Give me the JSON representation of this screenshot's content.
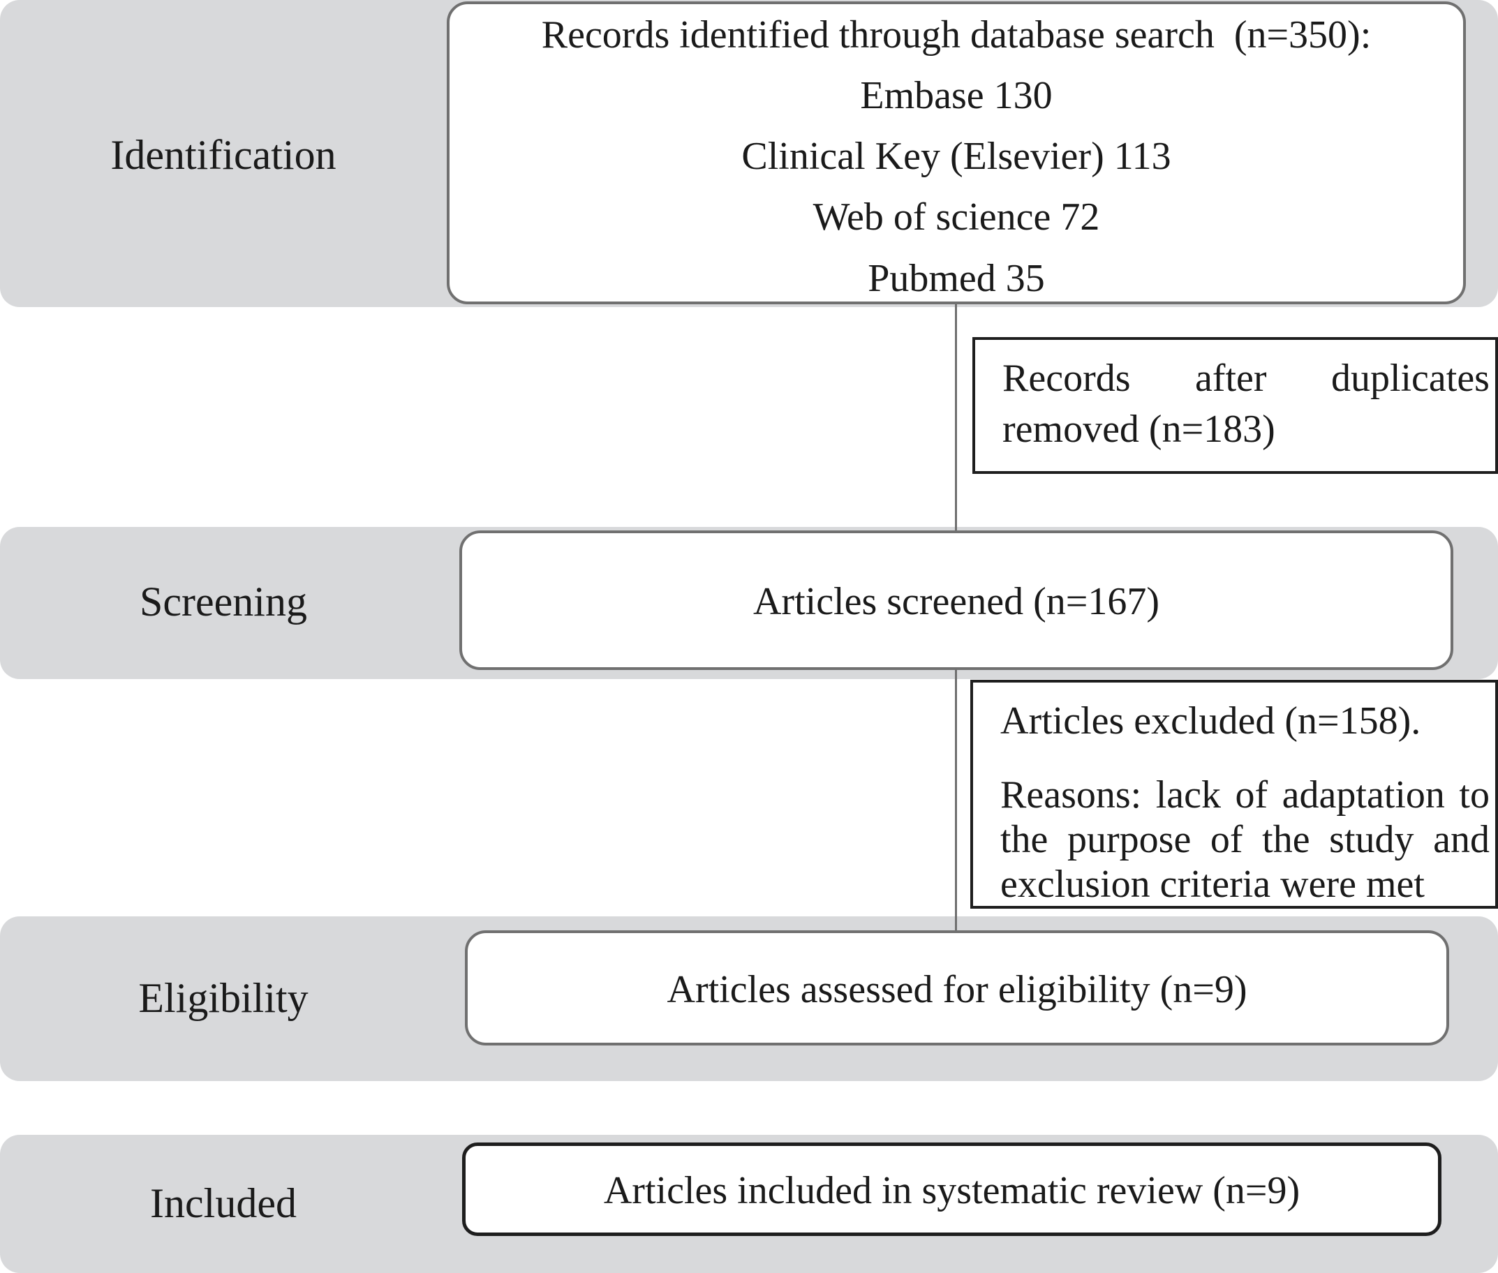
{
  "phases": {
    "identification": "Identification",
    "screening": "Screening",
    "eligibility": "Eligibility",
    "included": "Included"
  },
  "identification_box": {
    "title": "Records identified through database search  (n=350):",
    "sources": [
      "Embase 130",
      "Clinical Key (Elsevier) 113",
      "Web of science 72",
      "Pubmed 35"
    ]
  },
  "duplicates_box": {
    "line1": [
      "Records",
      "after",
      "duplicates"
    ],
    "line2": "removed (n=183)"
  },
  "screening_box": {
    "text": "Articles screened (n=167)"
  },
  "excluded_box": {
    "title": "Articles excluded (n=158).",
    "reason_line1": "Reasons: lack of adaptation to",
    "reason_line2": "the purpose of the study and",
    "reason_line3": "exclusion criteria were met"
  },
  "eligibility_box": {
    "text": "Articles assessed for eligibility (n=9)"
  },
  "included_box": {
    "text": "Articles included in systematic review (n=9)"
  }
}
